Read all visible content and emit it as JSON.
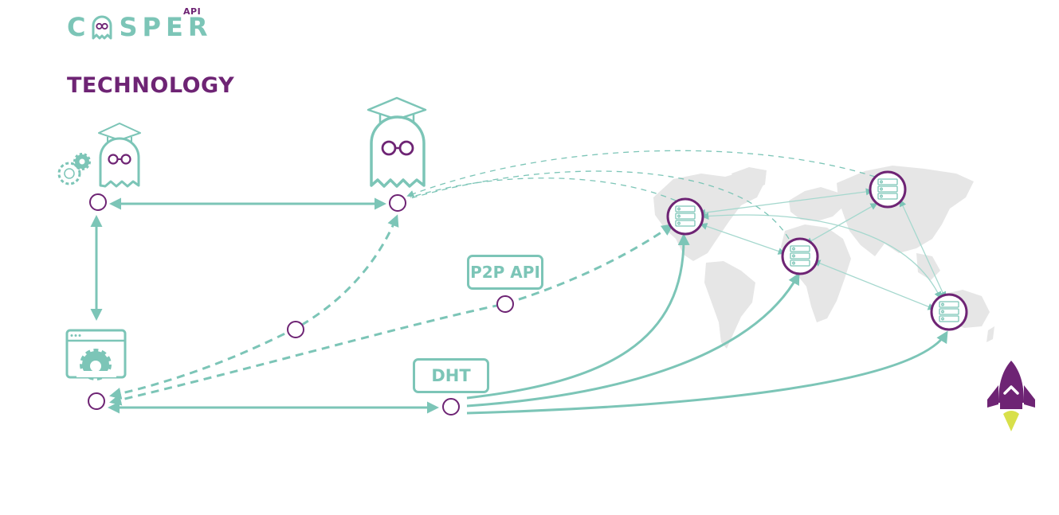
{
  "brand": {
    "logo_text_left": "C",
    "logo_text_right": "SPER",
    "logo_badge": "API"
  },
  "page": {
    "title": "TECHNOLOGY"
  },
  "labels": {
    "p2p": "P2P API",
    "dht": "DHT"
  },
  "colors": {
    "teal": "#7cc5b7",
    "purple": "#6e2474",
    "map_gray": "#e6e6e6",
    "rocket_flame": "#d8e04a"
  },
  "icons": {
    "developer": "ghost-with-gears-icon",
    "student": "ghost-graduate-icon",
    "app": "browser-window-gear-icon",
    "server": "server-rack-icon",
    "scroll_top": "rocket-icon"
  }
}
